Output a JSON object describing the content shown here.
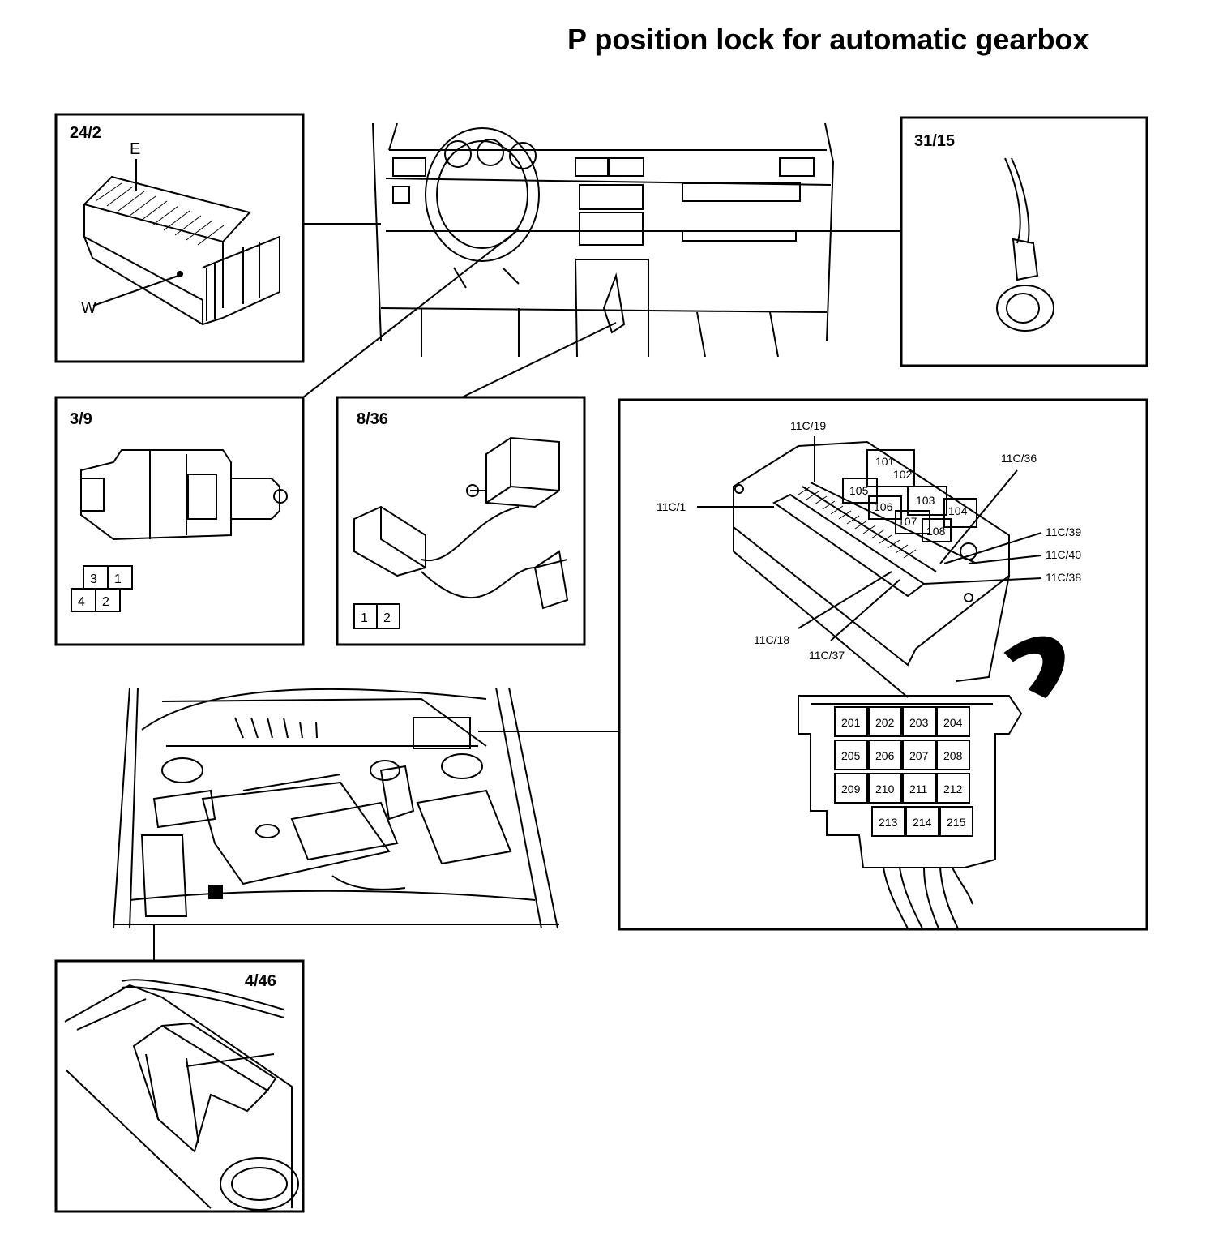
{
  "title": "P position lock for automatic gearbox",
  "panels": {
    "p24_2": {
      "label": "24/2",
      "callouts": {
        "e": "E",
        "w": "W"
      }
    },
    "p31_15": {
      "label": "31/15"
    },
    "p3_9": {
      "label": "3/9",
      "pins": [
        "3",
        "1",
        "4",
        "2"
      ]
    },
    "p8_36": {
      "label": "8/36",
      "pins": [
        "1",
        "2"
      ]
    },
    "p4_46": {
      "label": "4/46"
    },
    "fusebox": {
      "refs": [
        "11C/19",
        "11C/36",
        "11C/1",
        "11C/39",
        "11C/40",
        "11C/38",
        "11C/18",
        "11C/37"
      ],
      "upper_relays": [
        "101",
        "102",
        "105",
        "103",
        "106",
        "104",
        "107",
        "108"
      ],
      "lower_fuses": [
        "201",
        "202",
        "203",
        "204",
        "205",
        "206",
        "207",
        "208",
        "209",
        "210",
        "211",
        "212",
        "213",
        "214",
        "215"
      ]
    }
  },
  "colors": {
    "line": "#000000",
    "background": "#ffffff"
  }
}
